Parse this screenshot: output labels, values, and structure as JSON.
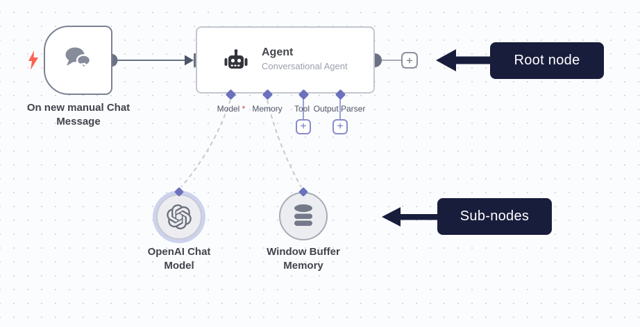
{
  "canvas": {
    "background": "#fbfcfd",
    "dot_color": "#d7d9e1"
  },
  "colors": {
    "accent_purple": "#6c71bd",
    "connector_gray": "#6a7183",
    "trigger_border": "#7a8193",
    "node_border": "#c3c6cf",
    "annotation_bg": "#191d3c",
    "bolt_red": "#ff6150",
    "required_red": "#e03e3e"
  },
  "trigger_node": {
    "label_line1": "On new manual Chat",
    "label_line2": "Message",
    "icon": "chat-bubbles-icon",
    "trigger_icon": "lightning-bolt-icon"
  },
  "agent_node": {
    "title": "Agent",
    "subtitle": "Conversational Agent",
    "icon": "robot-icon",
    "required_marker": "*",
    "ports": [
      {
        "label": "Model",
        "required": true
      },
      {
        "label": "Memory",
        "required": false
      },
      {
        "label": "Tool",
        "required": false
      },
      {
        "label": "Output Parser",
        "required": false
      }
    ]
  },
  "sub_nodes": [
    {
      "line1": "OpenAI Chat",
      "line2": "Model",
      "icon": "openai-logo-icon"
    },
    {
      "line1": "Window Buffer",
      "line2": "Memory",
      "icon": "database-icon"
    }
  ],
  "annotations": [
    {
      "label": "Root node"
    },
    {
      "label": "Sub-nodes"
    }
  ],
  "buttons": {
    "plus": "+"
  }
}
